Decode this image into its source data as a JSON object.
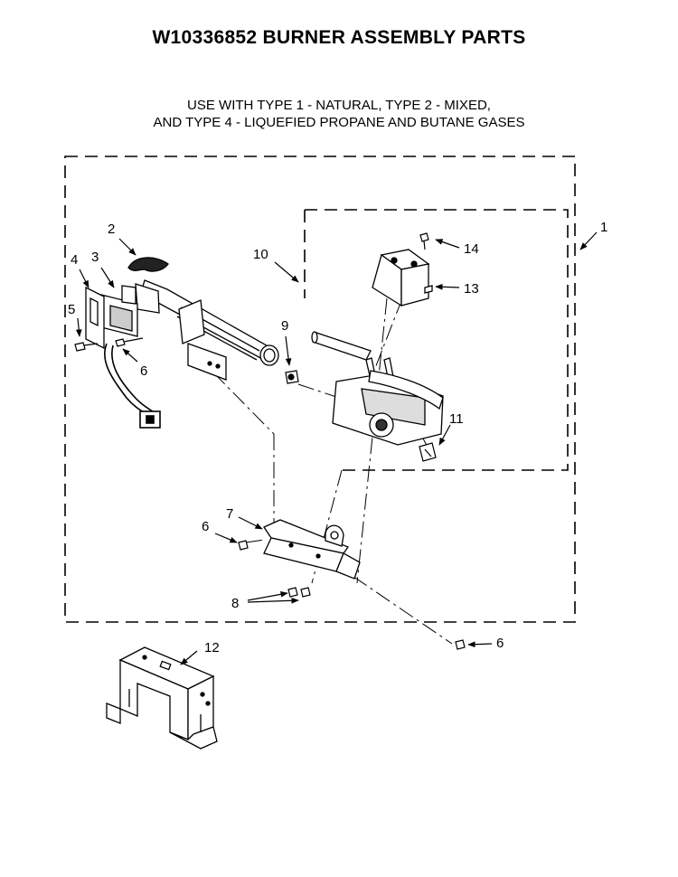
{
  "title": "W10336852 BURNER ASSEMBLY PARTS",
  "subtitle": {
    "line1": "USE WITH TYPE 1 - NATURAL, TYPE 2 - MIXED,",
    "line2": "AND TYPE 4 - LIQUEFIED PROPANE AND BUTANE GASES"
  },
  "callouts": {
    "c1": "1",
    "c2": "2",
    "c3": "3",
    "c4": "4",
    "c5": "5",
    "c6a": "6",
    "c6b": "6",
    "c6c": "6",
    "c7": "7",
    "c8": "8",
    "c9": "9",
    "c10": "10",
    "c11": "11",
    "c12": "12",
    "c13": "13",
    "c14": "14"
  }
}
